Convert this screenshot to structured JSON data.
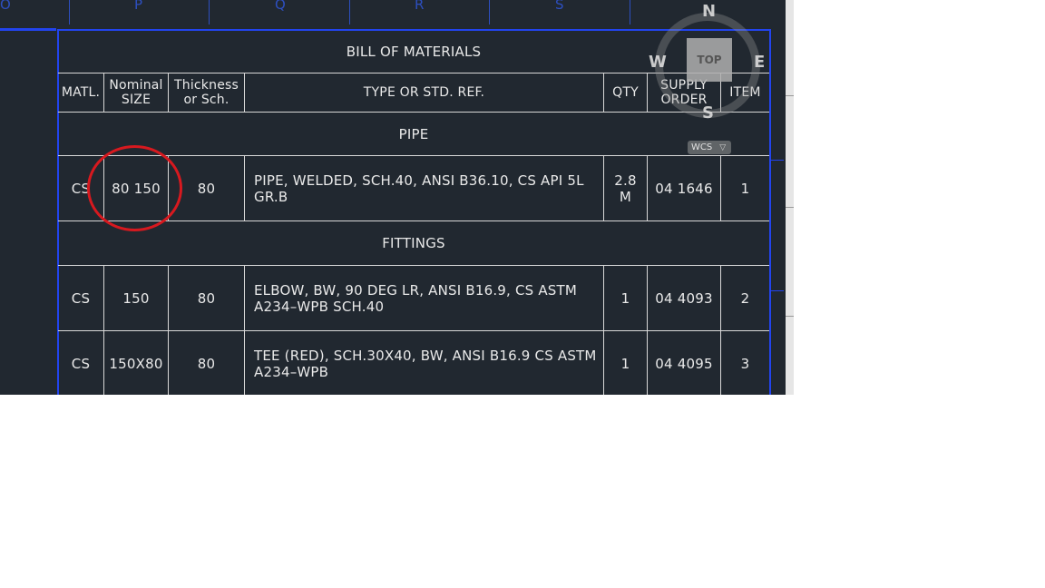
{
  "ruler": {
    "letters": [
      "O",
      "P",
      "Q",
      "R",
      "S"
    ]
  },
  "bom": {
    "title": "BILL OF MATERIALS",
    "headers": {
      "matl": "MATL.",
      "size": "Nominal\nSIZE",
      "thickness": "Thickness\nor Sch.",
      "type": "TYPE OR STD. REF.",
      "qty": "QTY",
      "supply": "SUPPLY\nORDER",
      "item": "ITEM"
    },
    "sections": {
      "pipe": "PIPE",
      "fittings": "FITTINGS"
    },
    "rows": [
      {
        "matl": "CS",
        "size": "80  150",
        "thickness": "80",
        "type": "PIPE, WELDED, SCH.40, ANSI B36.10, CS API 5L\nGR.B",
        "qty": "2.8\nM",
        "supply": "04  1646",
        "item": "1"
      },
      {
        "matl": "CS",
        "size": "150",
        "thickness": "80",
        "type": "ELBOW, BW, 90 DEG LR, ANSI B16.9, CS ASTM\nA234–WPB SCH.40",
        "qty": "1",
        "supply": "04  4093",
        "item": "2"
      },
      {
        "matl": "CS",
        "size": "150X80",
        "thickness": "80",
        "type": "TEE (RED), SCH.30X40, BW, ANSI B16.9 CS ASTM\nA234–WPB",
        "qty": "1",
        "supply": "04  4095",
        "item": "3"
      }
    ]
  },
  "viewcube": {
    "top_label": "TOP",
    "north": "N",
    "south": "S",
    "east": "E",
    "west": "W",
    "wcs_label": "WCS",
    "wcs_arrow": "▽"
  },
  "colors": {
    "annotation": "#d7191f",
    "table_border": "#2244ee",
    "background": "#212830"
  }
}
